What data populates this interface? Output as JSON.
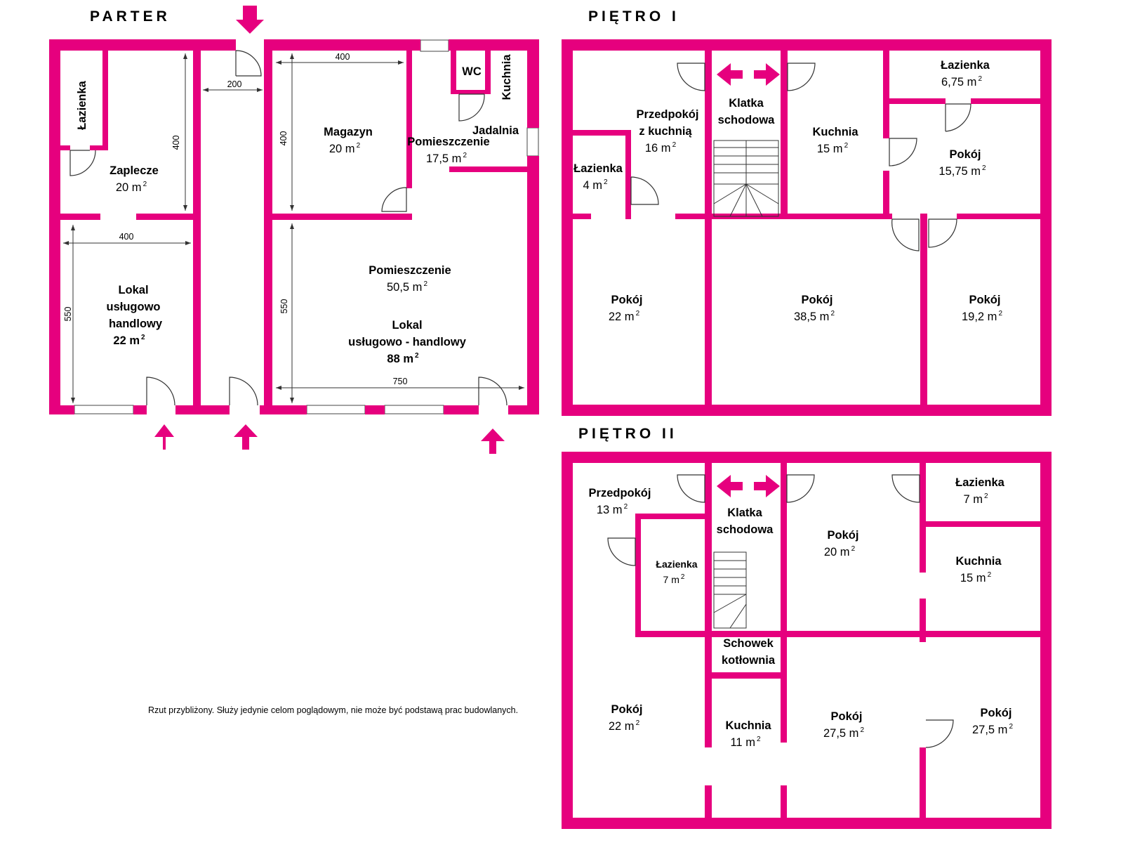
{
  "titles": {
    "parter": "PARTER",
    "pietro1": "PIĘTRO I",
    "pietro2": "PIĘTRO II"
  },
  "parter": {
    "lazienka": "Łazienka",
    "zaplecze_name": "Zaplecze",
    "zaplecze_area": "20 m",
    "lokal1_l1": "Lokal",
    "lokal1_l2": "usługowo",
    "lokal1_l3": "handlowy",
    "lokal1_area": "22 m",
    "magazyn_name": "Magazyn",
    "magazyn_area": "20 m",
    "wc": "WC",
    "kuchnia": "Kuchnia",
    "jadalnia": "Jadalnia",
    "pom1_name": "Pomieszczenie",
    "pom1_area": "17,5 m",
    "pom2_name": "Pomieszczenie",
    "pom2_area": "50,5 m",
    "lokal2_l1": "Lokal",
    "lokal2_l2": "usługowo - handlowy",
    "lokal2_area": "88 m",
    "sup": "2"
  },
  "dimensions": {
    "d200": "200",
    "d400_top": "400",
    "d400_zaplecze": "400",
    "d400_magazyn": "400",
    "d400_lokal": "400",
    "d550_left": "550",
    "d550_right": "550",
    "d750": "750"
  },
  "pietro1": {
    "przedpokoj_l1": "Przedpokój",
    "przedpokoj_l2": "z kuchnią",
    "przedpokoj_area": "16 m",
    "klatka_l1": "Klatka",
    "klatka_l2": "schodowa",
    "kuchnia_name": "Kuchnia",
    "kuchnia_area": "15 m",
    "lazienka_top_name": "Łazienka",
    "lazienka_top_area": "6,75 m",
    "pokoj_right_name": "Pokój",
    "pokoj_right_area": "15,75 m",
    "lazienka_small_name": "Łazienka",
    "lazienka_small_area": "4 m",
    "pokoj_a_name": "Pokój",
    "pokoj_a_area": "22 m",
    "pokoj_b_name": "Pokój",
    "pokoj_b_area": "38,5 m",
    "pokoj_c_name": "Pokój",
    "pokoj_c_area": "19,2 m",
    "sup": "2"
  },
  "pietro2": {
    "przedpokoj_name": "Przedpokój",
    "przedpokoj_area": "13 m",
    "klatka_l1": "Klatka",
    "klatka_l2": "schodowa",
    "pokoj_top_name": "Pokój",
    "pokoj_top_area": "20 m",
    "lazienka_top_name": "Łazienka",
    "lazienka_top_area": "7 m",
    "kuchnia_right_name": "Kuchnia",
    "kuchnia_right_area": "15 m",
    "lazienka_mid_name": "Łazienka",
    "lazienka_mid_area": "7 m",
    "schowek_l1": "Schowek",
    "schowek_l2": "kotłownia",
    "pokoj_a_name": "Pokój",
    "pokoj_a_area": "22 m",
    "kuchnia_mid_name": "Kuchnia",
    "kuchnia_mid_area": "11 m",
    "pokoj_b_name": "Pokój",
    "pokoj_b_area": "27,5 m",
    "pokoj_c_name": "Pokój",
    "pokoj_c_area": "27,5 m",
    "sup": "2"
  },
  "disclaimer": "Rzut przybliżony. Służy jedynie celom poglądowym, nie może być podstawą prac budowlanych.",
  "colors": {
    "wall": "#E6007E",
    "line": "#333333",
    "background": "#FFFFFF"
  }
}
